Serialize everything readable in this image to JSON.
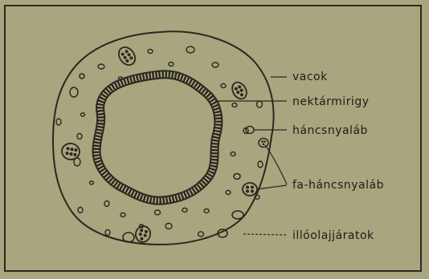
{
  "labels": {
    "vacok": "vacok",
    "nektarmirigy": "nektármirigy",
    "hancsnyalab": "háncsnyaláb",
    "fa_hancsnyalab": "fa-háncsnyaláb",
    "illoolajjaratok": "illóolajjáratok"
  },
  "colors": {
    "paper": "#a8a57f",
    "ink": "#2a281f"
  }
}
